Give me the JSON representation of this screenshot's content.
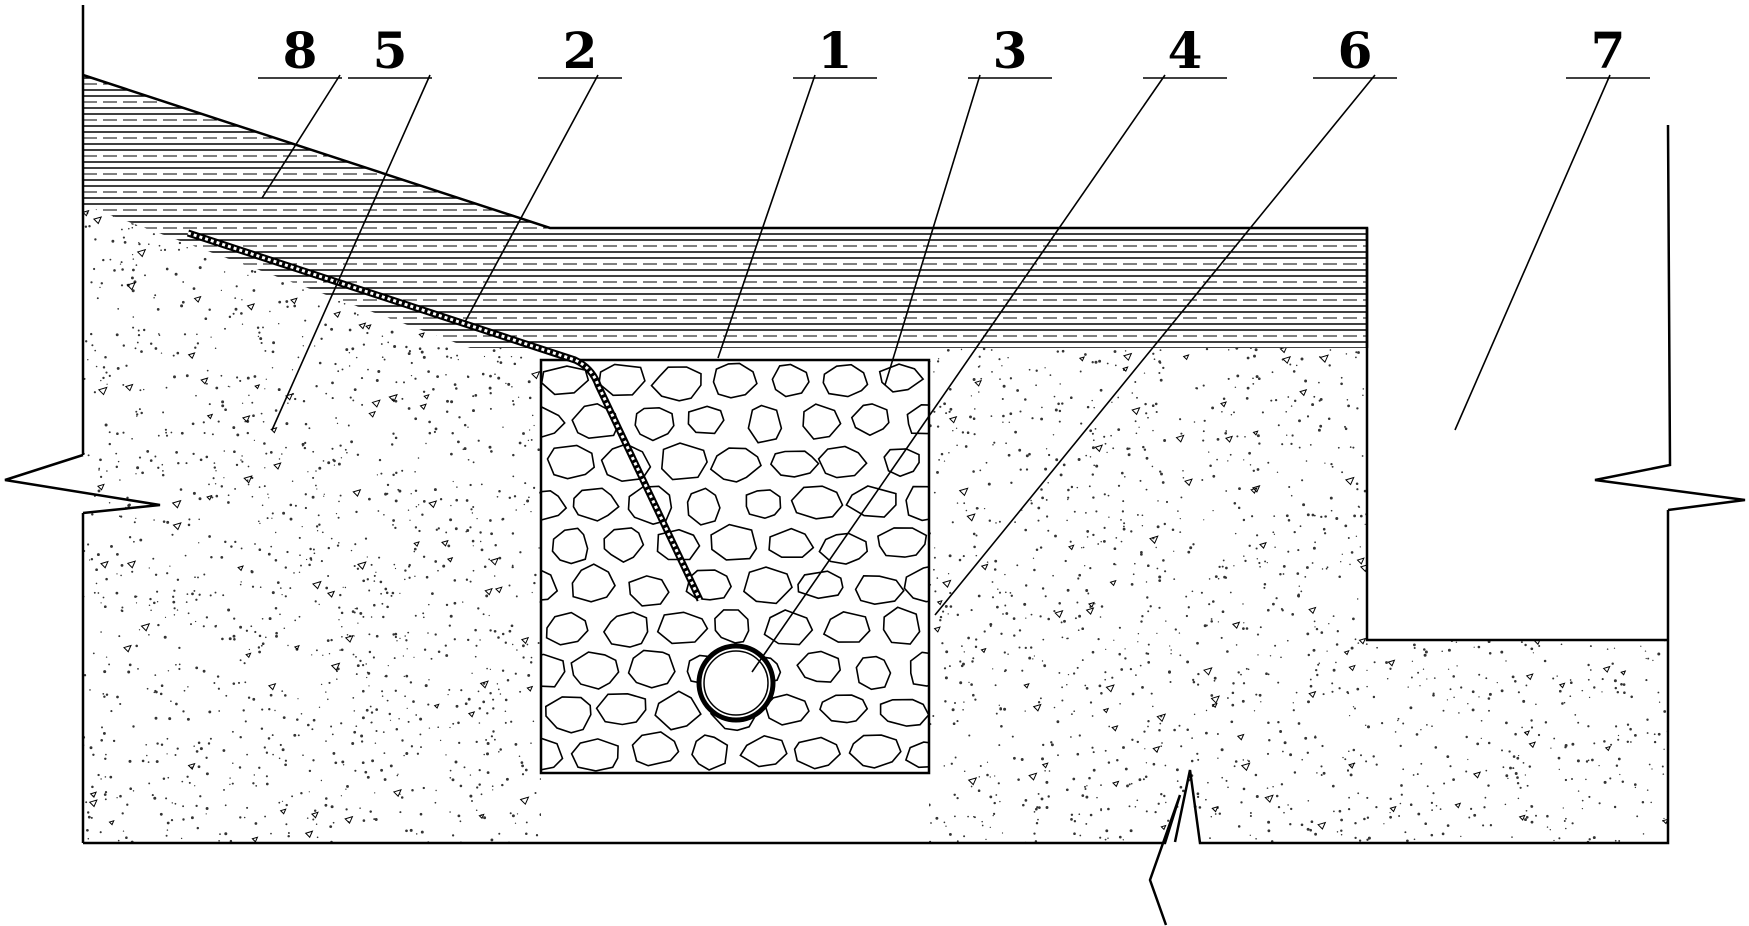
{
  "colors": {
    "line": "#000000",
    "background": "#ffffff",
    "soil_dot": "#333333",
    "stone_fill": "#ffffff"
  },
  "callouts": [
    {
      "id": "label-8",
      "text": "8"
    },
    {
      "id": "label-5",
      "text": "5"
    },
    {
      "id": "label-2",
      "text": "2"
    },
    {
      "id": "label-1",
      "text": "1"
    },
    {
      "id": "label-3",
      "text": "3"
    },
    {
      "id": "label-4",
      "text": "4"
    },
    {
      "id": "label-6",
      "text": "6"
    },
    {
      "id": "label-7",
      "text": "7"
    }
  ]
}
